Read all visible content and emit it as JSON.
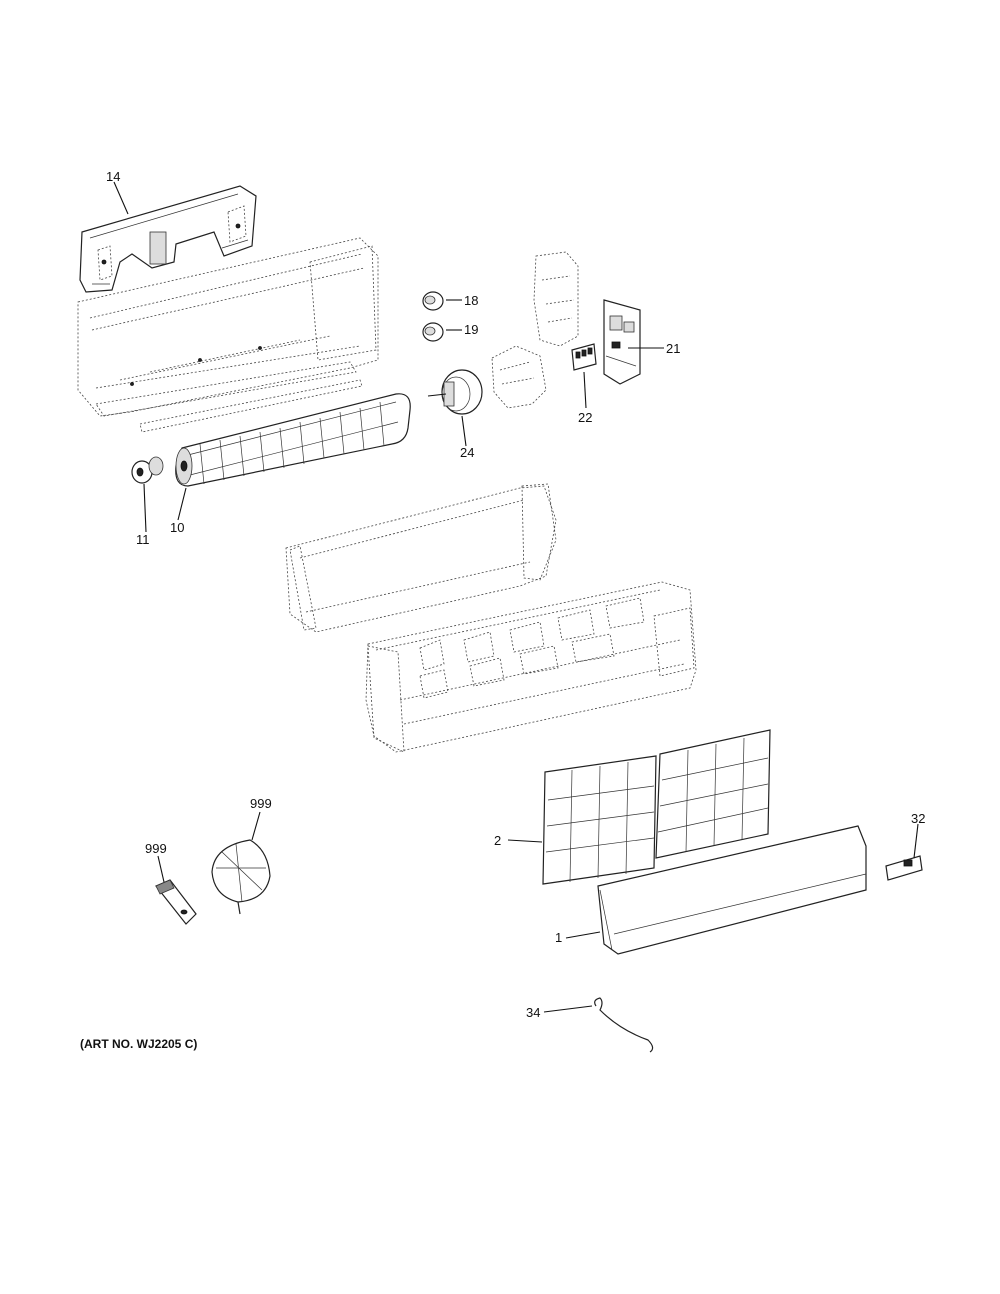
{
  "diagram": {
    "art_number": "(ART NO. WJ2205 C)",
    "callouts": {
      "c14": "14",
      "c18": "18",
      "c19": "19",
      "c21": "21",
      "c22": "22",
      "c24": "24",
      "c11": "11",
      "c10": "10",
      "c999a": "999",
      "c999b": "999",
      "c2": "2",
      "c32": "32",
      "c1": "1",
      "c34": "34"
    }
  }
}
